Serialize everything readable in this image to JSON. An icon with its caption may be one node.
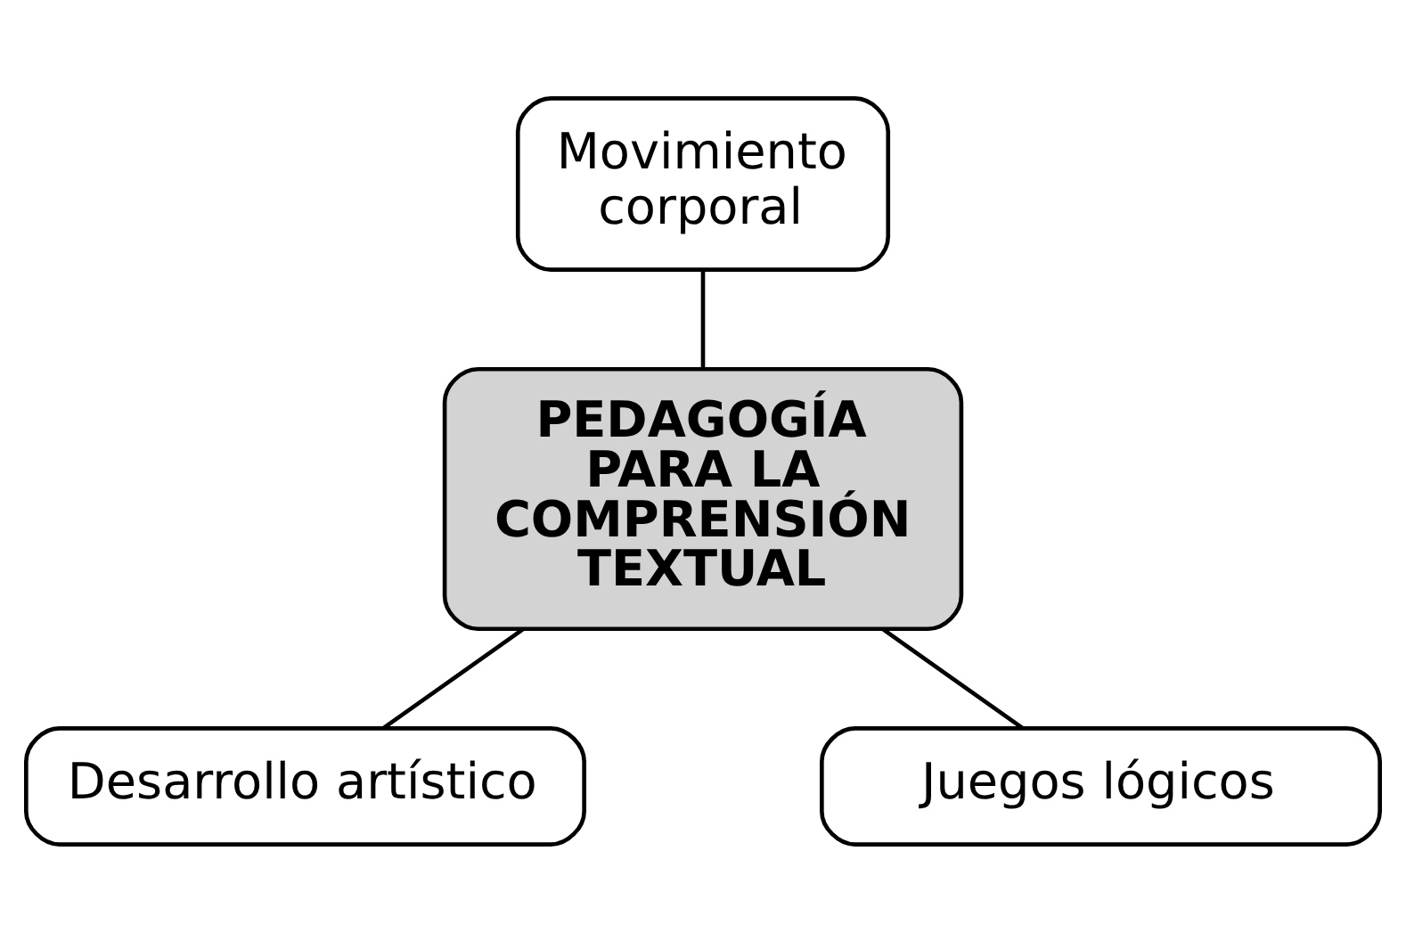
{
  "diagram": {
    "nodes": [
      {
        "text": [
          "Movimiento corporal"
        ]
      },
      {
        "text": [
          "PEDAGOGÍA PARA LA COMPRENSIÓN TEXTUAL"
        ]
      },
      {
        "text": [
          "Desarrollo artístico"
        ]
      },
      {
        "text": [
          "Juegos lógicos"
        ]
      }
    ],
    "edges": [
      {
        "from": 0,
        "to": 1,
        "arrow": "none"
      },
      {
        "from": 1,
        "to": 2,
        "arrow": "none"
      },
      {
        "from": 1,
        "to": 3,
        "arrow": "none"
      }
    ]
  }
}
